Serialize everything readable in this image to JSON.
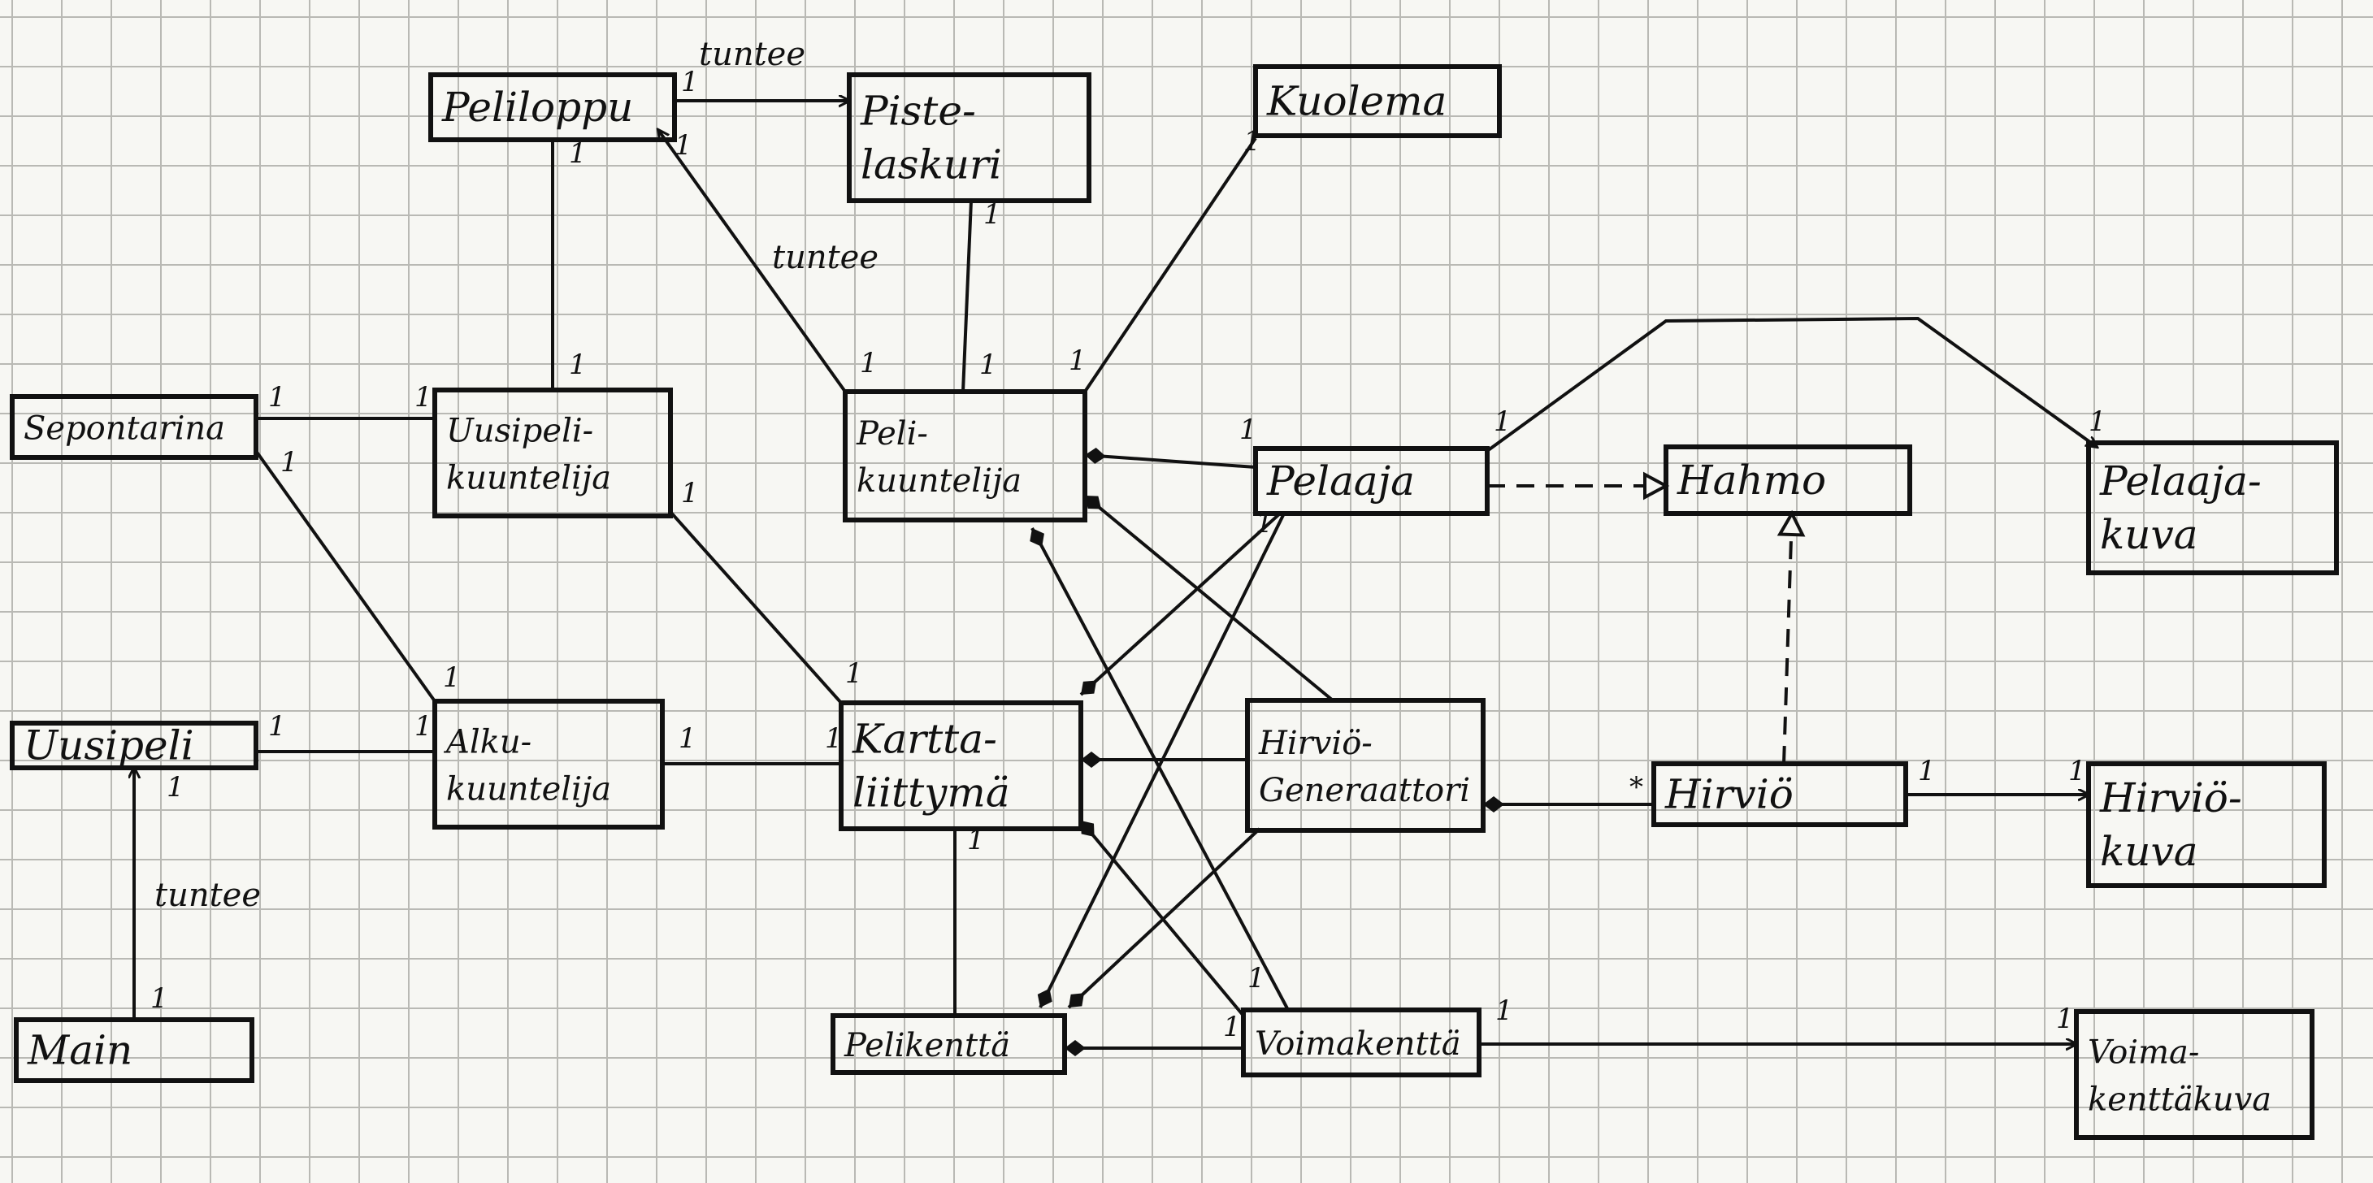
{
  "diagram": {
    "boxes": {
      "peliloppu": [
        "Peliloppu"
      ],
      "pistelaskuri": [
        "Piste-",
        "laskuri"
      ],
      "kuolema": [
        "Kuolema"
      ],
      "sepontarina": [
        "Sepontarina"
      ],
      "uusipelikuuntelija": [
        "Uusipeli-",
        "kuuntelija"
      ],
      "pelikuuntelija": [
        "Peli-",
        "kuuntelija"
      ],
      "pelaaja": [
        "Pelaaja"
      ],
      "hahmo": [
        "Hahmo"
      ],
      "pelaajakuva": [
        "Pelaaja-",
        "kuva"
      ],
      "uusipeli": [
        "Uusipeli"
      ],
      "alkukuuntelija": [
        "Alku-",
        "kuuntelija"
      ],
      "karttaliittyma": [
        "Kartta-",
        "liittymä"
      ],
      "hirviogeneraattori": [
        "Hirviö-",
        "Generaattori"
      ],
      "hirvio": [
        "Hirviö"
      ],
      "hirviokuva": [
        "Hirviö-",
        "kuva"
      ],
      "main": [
        "Main"
      ],
      "pelikentta": [
        "Pelikenttä"
      ],
      "voimakentta": [
        "Voimakenttä"
      ],
      "voimakenttakuva": [
        "Voima-",
        "kenttäkuva"
      ]
    },
    "edges": [
      {
        "id": "peliloppu-pistelaskuri",
        "label": "tuntee",
        "m_from": "1",
        "m_to": ""
      },
      {
        "id": "pelikuuntelija-peliloppu",
        "label": "tuntee",
        "m_from": "1",
        "m_to": "1"
      },
      {
        "id": "uusipeli-peliloppu",
        "m_from": "1",
        "m_to": "1"
      },
      {
        "id": "pelikuuntelija-pistelaskuri",
        "m_from": "1",
        "m_to": "1"
      },
      {
        "id": "pelikuuntelija-kuolema",
        "m_from": "1",
        "m_to": "1"
      },
      {
        "id": "sepontarina-uusipeli",
        "m_from": "1",
        "m_to": "1"
      },
      {
        "id": "sepontarina-alku",
        "m_from": "1",
        "m_to": "1"
      },
      {
        "id": "uusipelik-kartta",
        "m_from": "1",
        "m_to": "1"
      },
      {
        "id": "uusipeli-alku",
        "m_from": "1",
        "m_to": "1"
      },
      {
        "id": "main-uusipeli",
        "label": "tuntee",
        "m_from": "1",
        "m_to": "1"
      },
      {
        "id": "alku-kartta",
        "m_from": "1",
        "m_to": "1"
      },
      {
        "id": "pelaaja-pelikuuntelija",
        "m_from": "1",
        "m_to": ""
      },
      {
        "id": "pelaaja-pelaajakuva",
        "m_from": "1",
        "m_to": "1"
      },
      {
        "id": "pelaaja-hahmo",
        "m_from": "",
        "m_to": ""
      },
      {
        "id": "hirvio-hahmo",
        "m_from": "",
        "m_to": ""
      },
      {
        "id": "generaattori-hirvio",
        "m_from": "",
        "m_to": "*"
      },
      {
        "id": "hirvio-hirviokuva",
        "m_from": "1",
        "m_to": "1"
      },
      {
        "id": "generaattori-kartta",
        "m_from": "",
        "m_to": ""
      },
      {
        "id": "generaattori-pelikuuntelija",
        "m_from": "",
        "m_to": ""
      },
      {
        "id": "generaattori-pelikentta",
        "m_from": "",
        "m_to": ""
      },
      {
        "id": "pelaaja-kartta",
        "m_from": "1",
        "m_to": ""
      },
      {
        "id": "pelaaja-pelikentta",
        "m_from": "",
        "m_to": ""
      },
      {
        "id": "voima-pelikuuntelija",
        "m_from": "",
        "m_to": ""
      },
      {
        "id": "voima-kartta",
        "m_from": "1",
        "m_to": ""
      },
      {
        "id": "voima-pelikentta",
        "m_from": "1",
        "m_to": ""
      },
      {
        "id": "kartta-pelikentta",
        "m_from": "1",
        "m_to": ""
      },
      {
        "id": "voima-voimakuva",
        "m_from": "1",
        "m_to": "1"
      }
    ]
  }
}
